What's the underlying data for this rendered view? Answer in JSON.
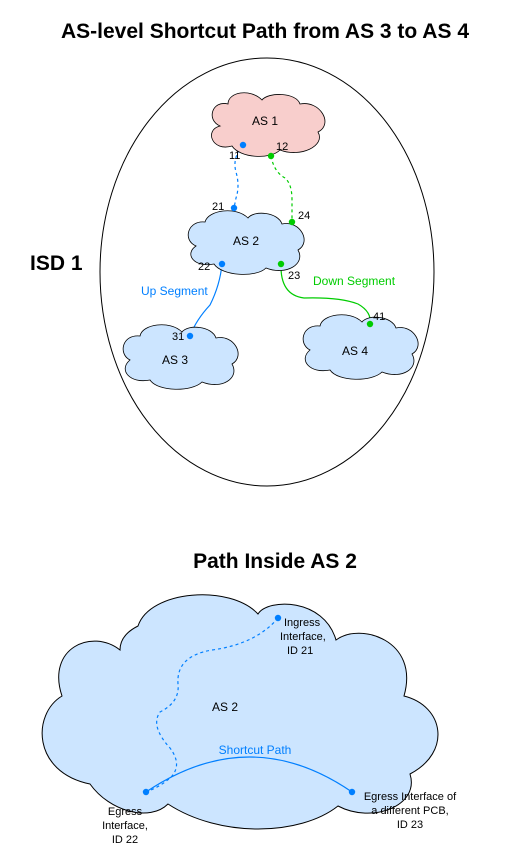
{
  "titles": {
    "top": "AS-level Shortcut Path from AS 3 to AS 4",
    "bottom": "Path Inside AS 2"
  },
  "isd_label": "ISD 1",
  "ases": {
    "as1": "AS 1",
    "as2": "AS 2",
    "as3": "AS 3",
    "as4": "AS 4",
    "as2_detail": "AS 2"
  },
  "interfaces": {
    "if11": "11",
    "if12": "12",
    "if21": "21",
    "if24": "24",
    "if22": "22",
    "if23": "23",
    "if31": "31",
    "if41": "41"
  },
  "segments": {
    "up": "Up Segment",
    "down": "Down Segment",
    "shortcut": "Shortcut Path"
  },
  "detail_labels": {
    "ingress": [
      "Ingress",
      "Interface,",
      "ID 21"
    ],
    "egress": [
      "Egress",
      "Interface,",
      "ID 22"
    ],
    "egress_other": [
      "Egress Interface of",
      "a different PCB,",
      "ID 23"
    ]
  },
  "colors": {
    "as1_fill": "#F8CECC",
    "as_fill": "#CCE5FF",
    "blue": "#007FFF",
    "green": "#00CC00"
  }
}
